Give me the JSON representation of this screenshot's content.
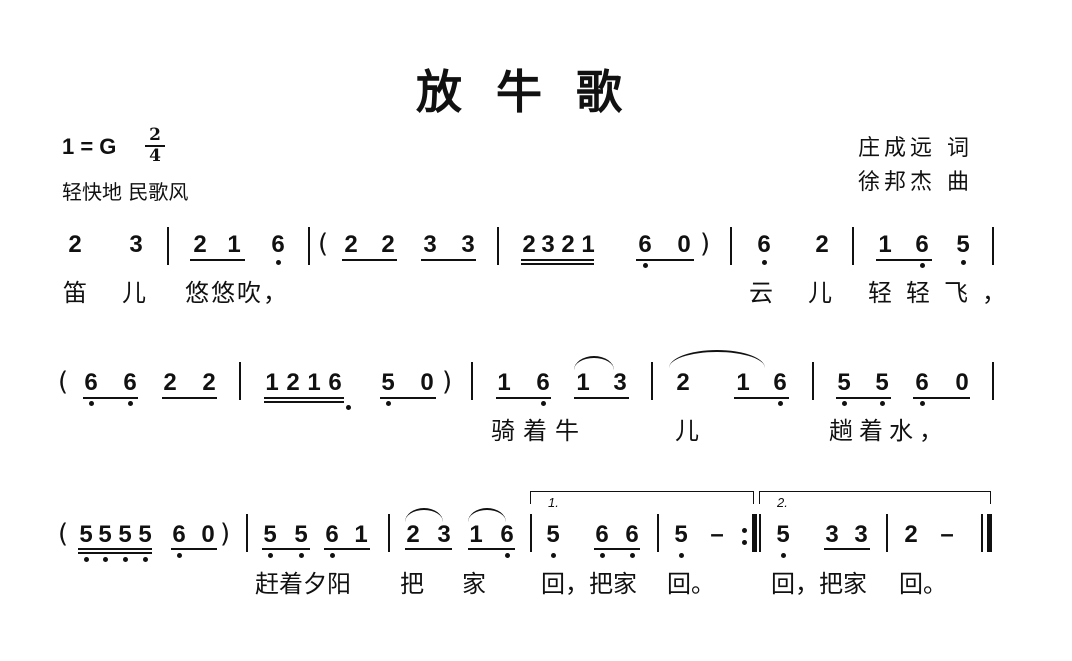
{
  "header": {
    "title": "放牛歌",
    "key": "1 = G",
    "time_signature": {
      "numerator": "2",
      "denominator": "4"
    },
    "tempo_style": "轻快地  民歌风",
    "lyricist": "庄成远  词",
    "composer": "徐邦杰  曲"
  },
  "score": {
    "line1": {
      "notes": {
        "n1": "2",
        "n2": "3",
        "n3": "2",
        "n4": "1",
        "n5": "6",
        "p_open": "(",
        "n6": "2",
        "n7": "2",
        "n8": "3",
        "n9": "3",
        "n10": "2",
        "n11": "3",
        "n12": "2",
        "n13": "1",
        "n14": "6",
        "n15": "0",
        "p_close": ")",
        "n16": "6",
        "n17": "2",
        "n18": "1",
        "n19": "6",
        "n20": "5"
      },
      "lyrics": {
        "l1": "笛",
        "l2": "儿",
        "l3": "悠悠吹，",
        "l4": "云",
        "l5": "儿",
        "l6": "轻轻飞，"
      }
    },
    "line2": {
      "notes": {
        "p_open": "(",
        "n1": "6",
        "n2": "6",
        "n3": "2",
        "n4": "2",
        "n5": "1",
        "n6": "2",
        "n7": "1",
        "n8": "6",
        "n9": "5",
        "n10": "0",
        "p_close": ")",
        "n11": "1",
        "n12": "6",
        "n13": "1",
        "n14": "3",
        "n15": "2",
        "n16": "1",
        "n17": "6",
        "n18": "5",
        "n19": "5",
        "n20": "6",
        "n21": "0"
      },
      "lyrics": {
        "l1": "骑着牛",
        "l2": "儿",
        "l3": "趟着水，"
      }
    },
    "line3": {
      "notes": {
        "p_open": "(",
        "n1": "5",
        "n2": "5",
        "n3": "5",
        "n4": "5",
        "n5": "6",
        "n6": "0",
        "p_close": ")",
        "n7": "5",
        "n8": "5",
        "n9": "6",
        "n10": "1",
        "n11": "2",
        "n12": "3",
        "n13": "1",
        "n14": "6",
        "n15": "5",
        "n16": "6",
        "n17": "6",
        "n18": "5",
        "n19": "–",
        "n20": "5",
        "n21": "3",
        "n22": "3",
        "n23": "2",
        "n24": "–"
      },
      "volta1": "1.",
      "volta2": "2.",
      "lyrics": {
        "l1": "赶着夕阳",
        "l2": "把",
        "l3": "家",
        "l4": "回，把家",
        "l5": "回。",
        "l6": "回，把家",
        "l7": "回。"
      }
    }
  }
}
